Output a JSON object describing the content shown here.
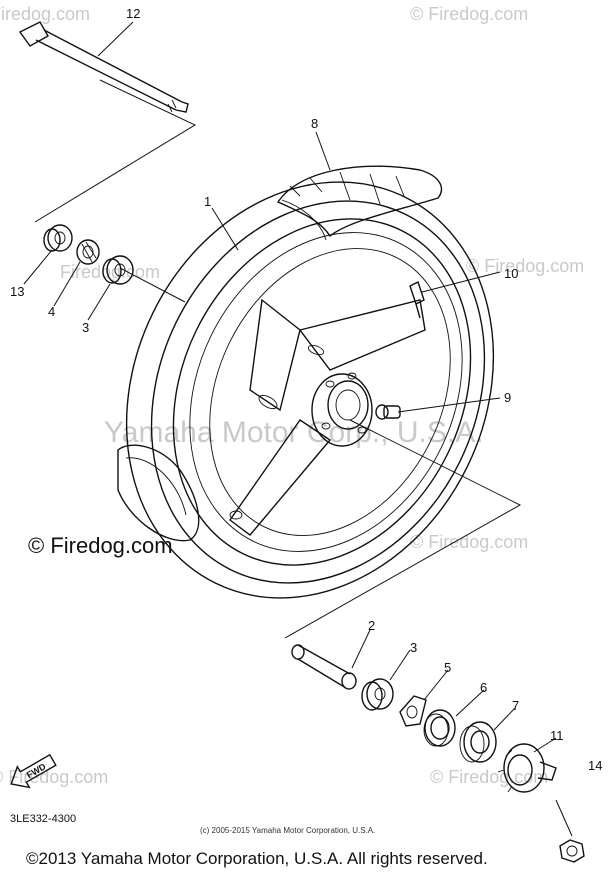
{
  "diagram": {
    "drawing_code": "3LE332-4300",
    "inner_copyright": "(c) 2005-2015 Yamaha Motor Corporation, U.S.A.",
    "footer_copyright": "©2013 Yamaha Motor Corporation, U.S.A. All rights reserved.",
    "fwd_label": "FWD",
    "watermarks": {
      "firedog": "© Firedog.com",
      "firedog_plain": "Firedog.com",
      "center": "Yamaha Motor Corp., U.S.A."
    },
    "callouts": {
      "c1": "1",
      "c2": "2",
      "c3a": "3",
      "c3b": "3",
      "c4": "4",
      "c5": "5",
      "c6": "6",
      "c7": "7",
      "c8": "8",
      "c9": "9",
      "c10": "10",
      "c11": "11",
      "c12": "12",
      "c13": "13",
      "c14": "14"
    }
  }
}
